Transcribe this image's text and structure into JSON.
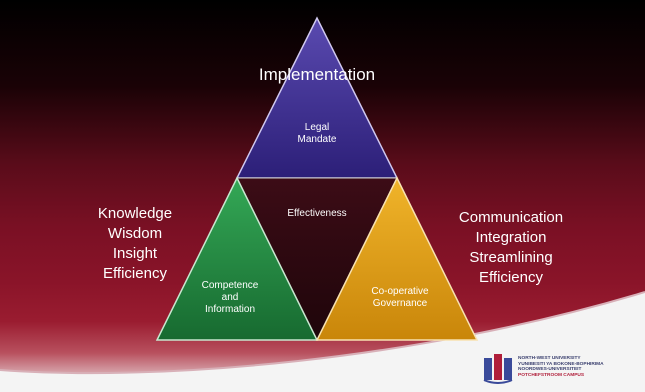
{
  "top": {
    "heading": "Implementation",
    "inner_line1": "Legal",
    "inner_line2": "Mandate"
  },
  "center": {
    "label": "Effectiveness"
  },
  "left_triangle": {
    "line1": "Competence",
    "line2": "and",
    "line3": "Information"
  },
  "right_triangle": {
    "line1": "Co-operative",
    "line2": "Governance"
  },
  "left_list": [
    "Knowledge",
    "Wisdom",
    "Insight",
    "Efficiency"
  ],
  "right_list": [
    "Communication",
    "Integration",
    "Streamlining",
    "Efficiency"
  ],
  "logo": {
    "line1": "NORTH-WEST UNIVERSITY",
    "line2": "YUNIBESITI YA BOKONE-BOPHIRIMA",
    "line3": "NOORDWES-UNIVERSITEIT",
    "line4": "POTCHEFSTROOM CAMPUS"
  },
  "colors": {
    "top_triangle": "#3b2a8c",
    "left_triangle": "#1f7a3c",
    "right_triangle": "#d99a12",
    "center_triangle": "#2a0a10"
  }
}
